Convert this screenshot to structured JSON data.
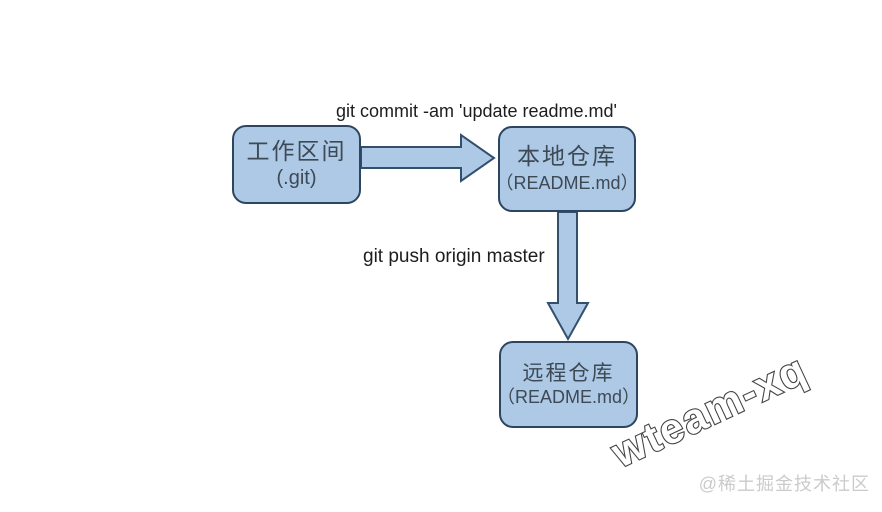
{
  "diagram": {
    "nodes": [
      {
        "id": "working-area",
        "title": "工作区间",
        "subtitle": "(.git)"
      },
      {
        "id": "local-repo",
        "title": "本地仓库",
        "subtitle": "（README.md）"
      },
      {
        "id": "remote-repo",
        "title": "远程仓库",
        "subtitle": "（README.md）"
      }
    ],
    "edges": [
      {
        "from": "working-area",
        "to": "local-repo",
        "label": "git commit -am 'update readme.md'"
      },
      {
        "from": "local-repo",
        "to": "remote-repo",
        "label": "git push origin master"
      }
    ],
    "colors": {
      "node_fill": "#aec9e5",
      "node_border": "#2c465f",
      "arrow_fill": "#aec9e5",
      "arrow_border": "#32506e",
      "label_text": "#1d1d1d",
      "node_text": "#3d4a55",
      "watermark_fill": "#ffffff",
      "watermark_outline": "#434343",
      "credit_text": "#cbcbcb"
    }
  },
  "watermark": {
    "text": "wteam-xq"
  },
  "footer": {
    "credit": "@稀土掘金技术社区"
  }
}
